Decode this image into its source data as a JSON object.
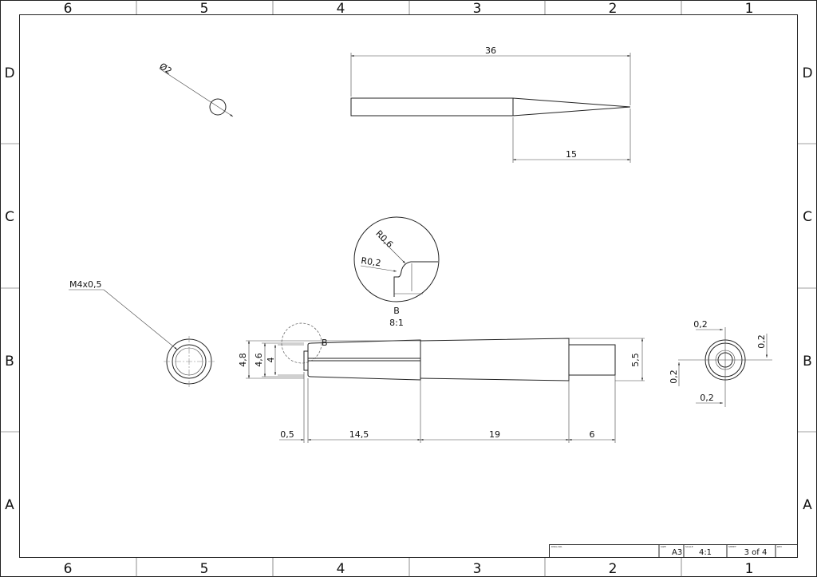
{
  "zones": {
    "columns": [
      "6",
      "5",
      "4",
      "3",
      "2",
      "1"
    ],
    "rows": [
      "D",
      "C",
      "B",
      "A"
    ]
  },
  "views": {
    "pin_side": {
      "diameter": "Ø2"
    },
    "pin_top": {
      "length": "36",
      "taper": "15"
    },
    "thread_end": {
      "thread": "M4x0,5"
    },
    "detail": {
      "label": "B",
      "scale": "8:1",
      "r_outer": "R0,6",
      "r_inner": "R0,2",
      "callout": "B"
    },
    "main": {
      "d1": "4,8",
      "d2": "4,6",
      "d3": "4",
      "d_shaft": "5,5",
      "l1": "0,5",
      "l2": "14,5",
      "l3": "19",
      "l4": "6"
    },
    "end_view": {
      "top": "0,2",
      "right": "0,2",
      "left": "0,2",
      "bottom": "0,2"
    }
  },
  "title_block": {
    "dwg_no_label": "DWG NO.",
    "size_label": "SIZE",
    "size": "A3",
    "scale_label": "SCALE",
    "scale": "4:1",
    "sheet_label": "SHEET",
    "sheet": "3 of 4",
    "rev_label": "REV"
  }
}
